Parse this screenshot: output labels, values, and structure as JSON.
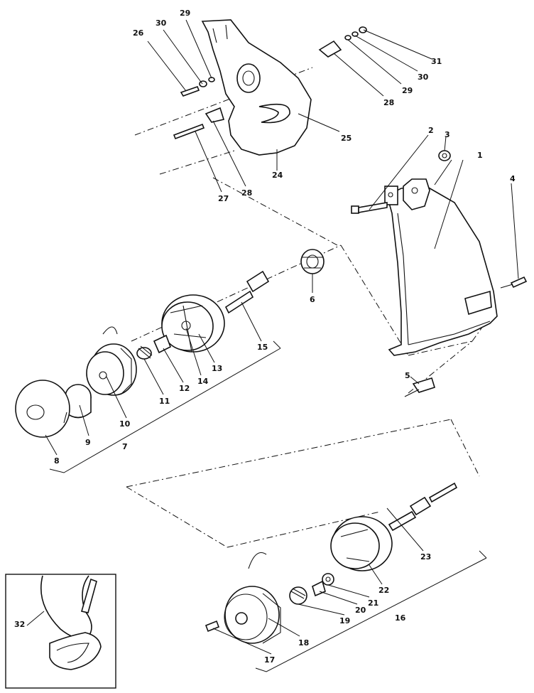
{
  "callouts": {
    "c1": "1",
    "c2": "2",
    "c3": "3",
    "c4": "4",
    "c5": "5",
    "c6": "6",
    "c7": "7",
    "c8": "8",
    "c9": "9",
    "c10": "10",
    "c11": "11",
    "c12": "12",
    "c13": "13",
    "c14": "14",
    "c15": "15",
    "c16": "16",
    "c17": "17",
    "c18": "18",
    "c19": "19",
    "c20": "20",
    "c21": "21",
    "c22": "22",
    "c23": "23",
    "c24": "24",
    "c25": "25",
    "c26": "26",
    "c27": "27",
    "c28a": "28",
    "c28b": "28",
    "c29a": "29",
    "c29b": "29",
    "c30a": "30",
    "c30b": "30",
    "c31": "31",
    "c32": "32"
  }
}
